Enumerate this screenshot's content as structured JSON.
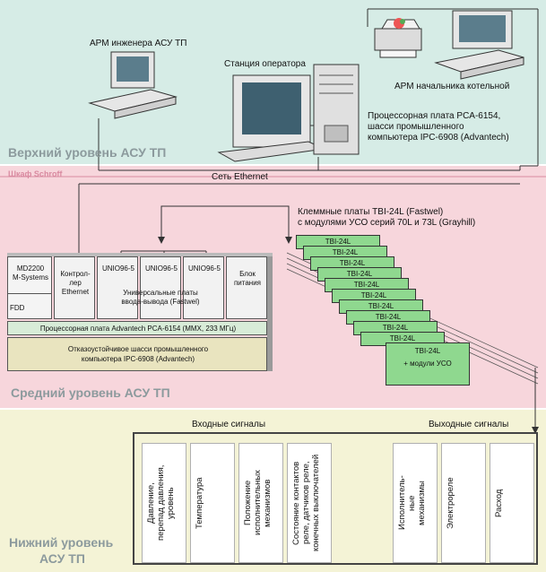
{
  "levels": {
    "top": "Верхний уровень АСУ ТП",
    "middle": "Средний уровень АСУ ТП",
    "bottom_line1": "Нижний уровень",
    "bottom_line2": "АСУ ТП"
  },
  "top": {
    "engineer_ws": "АРМ инженера АСУ ТП",
    "operator_station": "Станция оператора",
    "boiler_chief_ws": "АРМ начальника котельной",
    "cpu_desc_line1": "Процессорная плата PCA-6154,",
    "cpu_desc_line2": "шасси промышленного",
    "cpu_desc_line3": "компьютера IPC-6908 (Advantech)"
  },
  "network": {
    "cabinet": "Шкаф Schroff",
    "ethernet": "Сеть Ethernet"
  },
  "rack": {
    "md_line1": "MD2200",
    "md_line2": "M-Systems",
    "fdd": "FDD",
    "ctrl_line1": "Контрол-",
    "ctrl_line2": "лер",
    "ctrl_line3": "Ethernet",
    "unio": [
      "UNIO96-5",
      "UNIO96-5",
      "UNIO96-5"
    ],
    "unio_caption_line1": "Универсальные платы",
    "unio_caption_line2": "ввода-вывода (Fastwel)",
    "psu_line1": "Блок",
    "psu_line2": "питания",
    "cpu_board": "Процессорная плата Advantech PCA-6154 (MMX, 233 МГц)",
    "chassis_line1": "Отказоустойчивое шасси промышленного",
    "chassis_line2": "компьютера IPC-6908 (Advantech)"
  },
  "terminal": {
    "caption_line1": "Клеммные платы TBI-24L (Fastwel)",
    "caption_line2": "с модулями УСО серий 70L и 73L (Grayhill)",
    "boards": [
      "TBI-24L",
      "TBI-24L",
      "TBI-24L",
      "TBI-24L",
      "TBI-24L",
      "TBI-24L",
      "TBI-24L",
      "TBI-24L",
      "TBI-24L",
      "TBI-24L",
      "TBI-24L"
    ],
    "last_extra": "+ модули УСО"
  },
  "field": {
    "inputs_title": "Входные сигналы",
    "outputs_title": "Выходные сигналы",
    "inputs": [
      [
        "Давление,",
        "перепад давления,",
        "уровень"
      ],
      [
        "Температура"
      ],
      [
        "Положение",
        "исполнительных",
        "механизмов"
      ],
      [
        "Состояние контактов",
        "реле, датчиков реле,",
        "конечных выключателей"
      ]
    ],
    "outputs": [
      [
        "Исполнитель-",
        "ные",
        "механизмы"
      ],
      [
        "Электрореле"
      ],
      [
        "Расход"
      ]
    ]
  },
  "colors": {
    "top_band": "#d6ece6",
    "middle_band": "#f7d6dc",
    "bottom_band": "#f4f3d6",
    "terminal_green": "#8fd88f",
    "chassis_beige": "#e9e4bf",
    "cpu_green": "#d8ecd8",
    "title_gray": "#8c9a9d",
    "cabinet_pink": "#d98aa0"
  }
}
